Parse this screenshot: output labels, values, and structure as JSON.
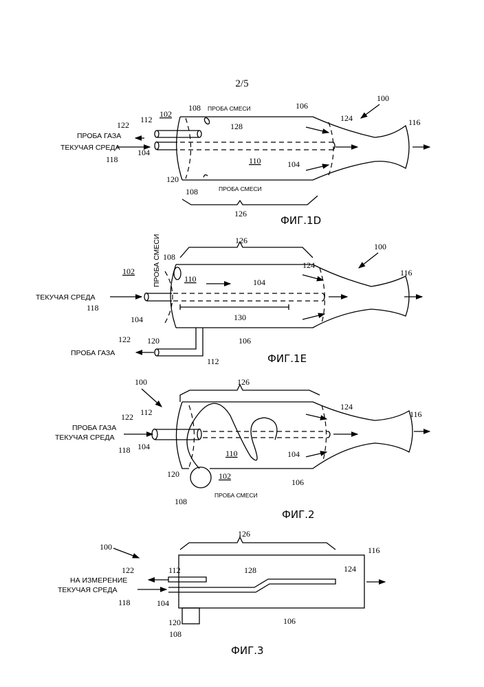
{
  "page_number": "2/5",
  "fig1d": {
    "caption": "ФИГ.1D",
    "gas_sample": "ПРОБА ГАЗА",
    "fluid": "ТЕКУЧАЯ СРЕДА",
    "mix_sample_top": "ПРОБА СМЕСИ",
    "mix_sample_bottom": "ПРОБА СМЕСИ",
    "refs": {
      "r100": "100",
      "r102": "102",
      "r104a": "104",
      "r104b": "104",
      "r106": "106",
      "r108a": "108",
      "r108b": "108",
      "r110": "110",
      "r112": "112",
      "r116": "116",
      "r118": "118",
      "r120": "120",
      "r122": "122",
      "r124": "124",
      "r126": "126",
      "r128": "128"
    }
  },
  "fig1e": {
    "caption": "ФИГ.1Е",
    "gas_sample": "ПРОБА ГАЗА",
    "fluid": "ТЕКУЧАЯ СРЕДА",
    "mix_sample": "ПРОБА СМЕСИ",
    "refs": {
      "r100": "100",
      "r102": "102",
      "r104a": "104",
      "r104b": "104",
      "r106": "106",
      "r108": "108",
      "r110": "110",
      "r112": "112",
      "r116": "116",
      "r118": "118",
      "r120": "120",
      "r122": "122",
      "r124": "124",
      "r126": "126",
      "r130": "130"
    }
  },
  "fig2": {
    "caption": "ФИГ.2",
    "gas_sample": "ПРОБА ГАЗА",
    "fluid": "ТЕКУЧАЯ СРЕДА",
    "mix_sample": "ПРОБА СМЕСИ",
    "refs": {
      "r100": "100",
      "r102": "102",
      "r104a": "104",
      "r104b": "104",
      "r106": "106",
      "r108": "108",
      "r110": "110",
      "r112": "112",
      "r116": "116",
      "r118": "118",
      "r120": "120",
      "r122": "122",
      "r124": "124",
      "r126": "126"
    }
  },
  "fig3": {
    "caption": "ФИГ.3",
    "measure": "НА ИЗМЕРЕНИЕ",
    "fluid": "ТЕКУЧАЯ СРЕДА",
    "refs": {
      "r100": "100",
      "r104": "104",
      "r106": "106",
      "r108": "108",
      "r112": "112",
      "r116": "116",
      "r118": "118",
      "r120": "120",
      "r122": "122",
      "r124": "124",
      "r126": "126",
      "r128": "128"
    }
  }
}
